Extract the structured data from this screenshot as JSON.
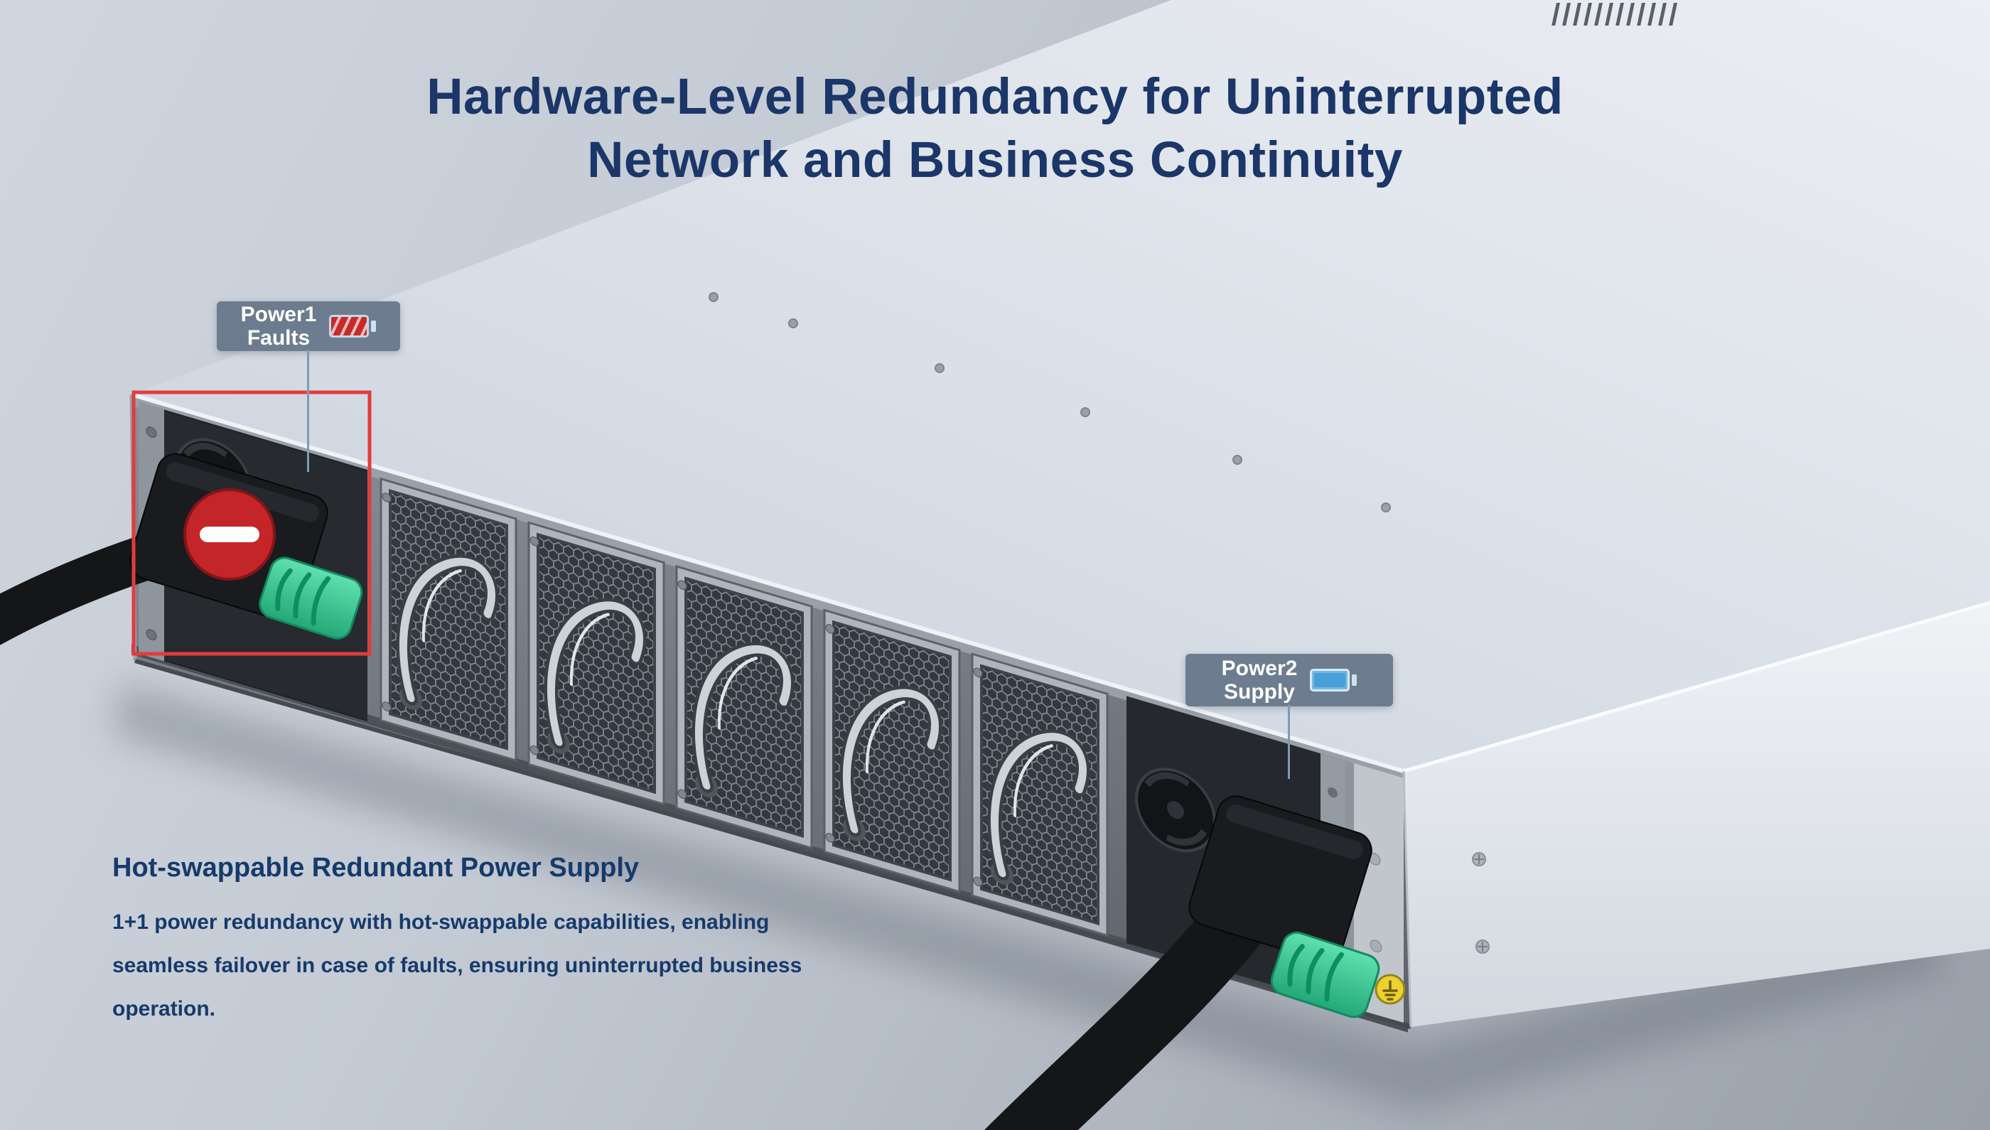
{
  "title": {
    "line1": "Hardware-Level Redundancy for Uninterrupted",
    "line2": "Network and Business Continuity"
  },
  "callouts": {
    "power1": {
      "name_line": "Power1",
      "status_line": "Faults",
      "icon": "battery-fault-icon"
    },
    "power2": {
      "name_line": "Power2",
      "status_line": "Supply",
      "icon": "battery-full-icon"
    }
  },
  "description": {
    "heading": "Hot-swappable Redundant Power Supply",
    "lines": [
      "1+1 power redundancy with hot-swappable capabilities, enabling",
      "seamless failover in case of faults, ensuring uninterrupted business",
      "operation."
    ]
  },
  "device": {
    "type": "rack-switch-rear-view",
    "modules": [
      "psu1-fault",
      "fan-1",
      "fan-2",
      "fan-3",
      "fan-4",
      "fan-5",
      "psu2-active"
    ],
    "annotations": [
      "fault-highlight-box",
      "fault-circle-minus"
    ]
  },
  "colors": {
    "title_navy": "#1b3668",
    "text_navy": "#163a6a",
    "badge_bg": "#5e7083",
    "fault_red": "#c62a2a",
    "latch_green": "#2fbe8d",
    "battery_blue": "#49a0d9",
    "annotation_red": "#e23c3c",
    "leader_blue": "#7b9cb8"
  }
}
